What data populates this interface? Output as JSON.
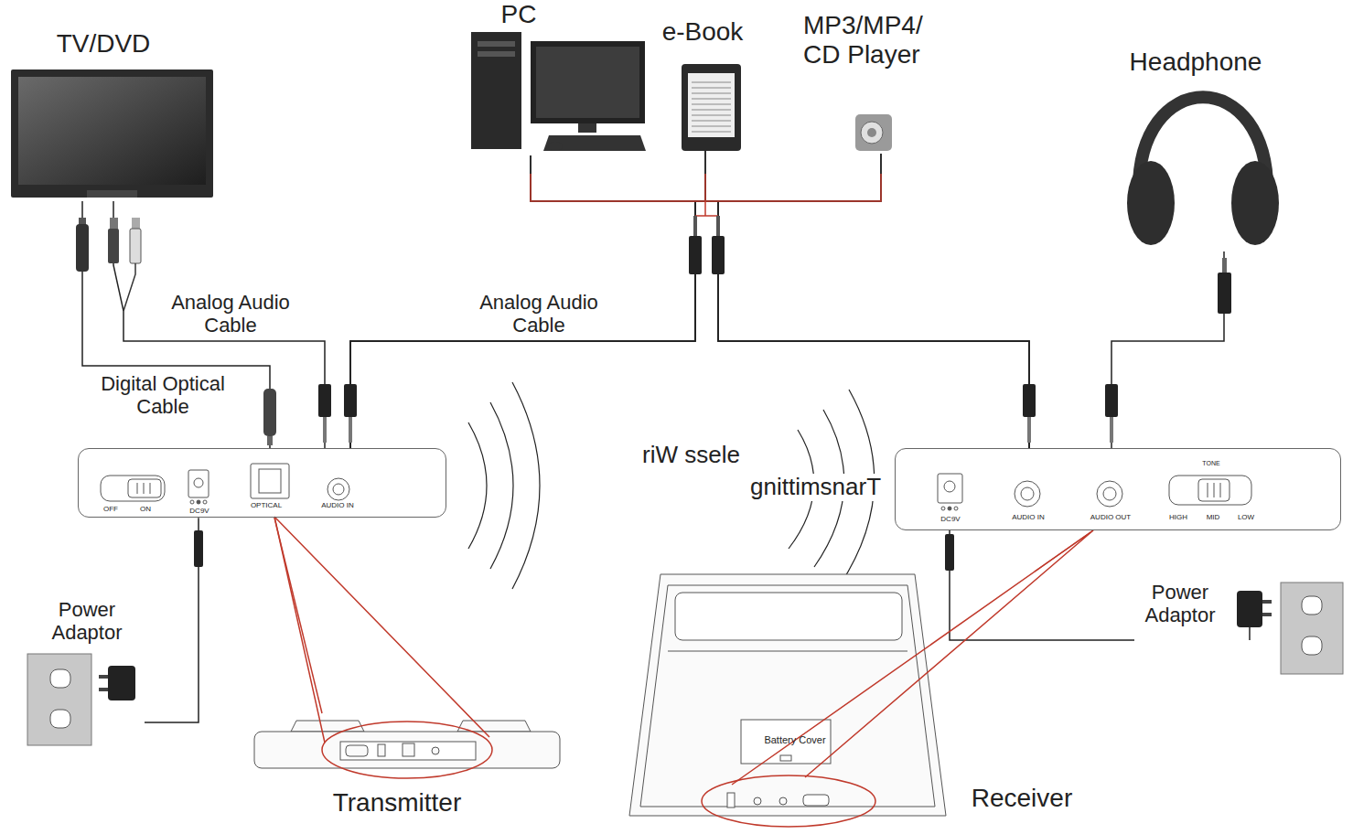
{
  "diagram": {
    "nodes": [
      {
        "text": [
          "TV/DVD"
        ]
      },
      {
        "text": [
          "PC"
        ]
      },
      {
        "text": [
          "e-Book"
        ]
      },
      {
        "text": [
          "MP3/MP4/ CD Player"
        ]
      },
      {
        "text": [
          "Headphone"
        ]
      },
      {
        "text": [
          "OFF",
          "ON",
          "DC9V",
          "OPTICAL",
          "AUDIO IN"
        ]
      },
      {
        "text": [
          "DC9V",
          "AUDIO IN",
          "AUDIO OUT",
          "TONE",
          "HIGH",
          "MID",
          "LOW"
        ]
      },
      {
        "text": [
          "Power Adaptor"
        ]
      },
      {
        "text": [
          "Power Adaptor"
        ]
      },
      {
        "text": [
          "Transmitter"
        ]
      },
      {
        "text": [
          "Battery Cover",
          "Receiver"
        ]
      }
    ],
    "edges": [
      {
        "from": 0,
        "to": 5,
        "label": "Analog Audio Cable",
        "arrow": "none"
      },
      {
        "from": 0,
        "to": 5,
        "label": "Digital Optical Cable",
        "arrow": "none"
      },
      {
        "from": 1,
        "to": 5,
        "label": "Analog Audio Cable",
        "arrow": "none"
      },
      {
        "from": 2,
        "to": 5,
        "arrow": "none"
      },
      {
        "from": 3,
        "to": 5,
        "arrow": "none"
      },
      {
        "from": 1,
        "to": 6,
        "arrow": "none"
      },
      {
        "from": 2,
        "to": 6,
        "arrow": "none"
      },
      {
        "from": 3,
        "to": 6,
        "arrow": "none"
      },
      {
        "from": 6,
        "to": 4,
        "arrow": "none"
      },
      {
        "from": 7,
        "to": 5,
        "arrow": "none"
      },
      {
        "from": 8,
        "to": 6,
        "arrow": "none"
      },
      {
        "from": 5,
        "to": 9,
        "arrow": "none"
      },
      {
        "from": 6,
        "to": 10,
        "arrow": "none"
      }
    ],
    "labels": [
      "riW ssele",
      "gnittimsnarT"
    ]
  }
}
